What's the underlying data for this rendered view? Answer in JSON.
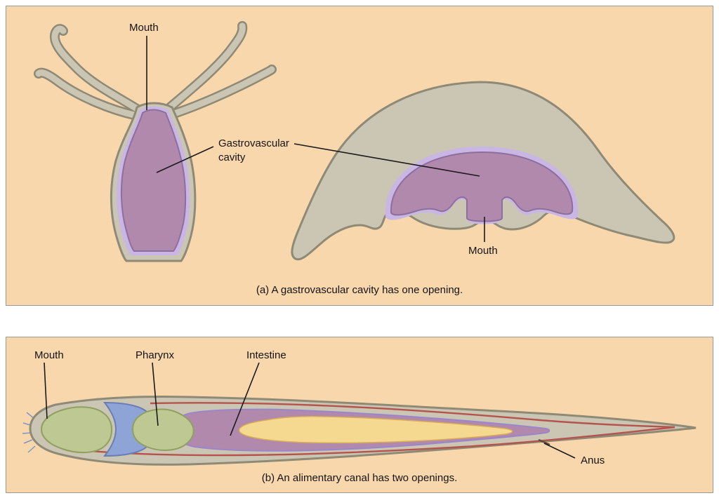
{
  "panel_a": {
    "caption": "(a) A gastrovascular cavity has one opening.",
    "labels": {
      "mouth_hydra": "Mouth",
      "gastrovascular_cavity": "Gastrovascular\ncavity",
      "mouth_medusa": "Mouth"
    }
  },
  "panel_b": {
    "caption": "(b) An alimentary canal has two openings.",
    "labels": {
      "mouth": "Mouth",
      "pharynx": "Pharynx",
      "intestine": "Intestine",
      "anus": "Anus"
    }
  },
  "colors": {
    "panel_background": "#f8d7ad",
    "body_fill": "#cbc5b4",
    "body_outline": "#8f8a76",
    "cavity_fill": "#b189ac",
    "cavity_outline": "#8d6f9e",
    "lining_fill": "#c9b6e4",
    "pharynx_green": "#bdc892",
    "pharynx_green_outline": "#90a05e",
    "band_blue": "#8ea3d6",
    "band_blue_outline": "#6a7eb5",
    "intestine_yellow": "#f6d990",
    "intestine_yellow_outline": "#d9ae57",
    "nerve_red": "#b5544c",
    "label_text": "#141414"
  }
}
